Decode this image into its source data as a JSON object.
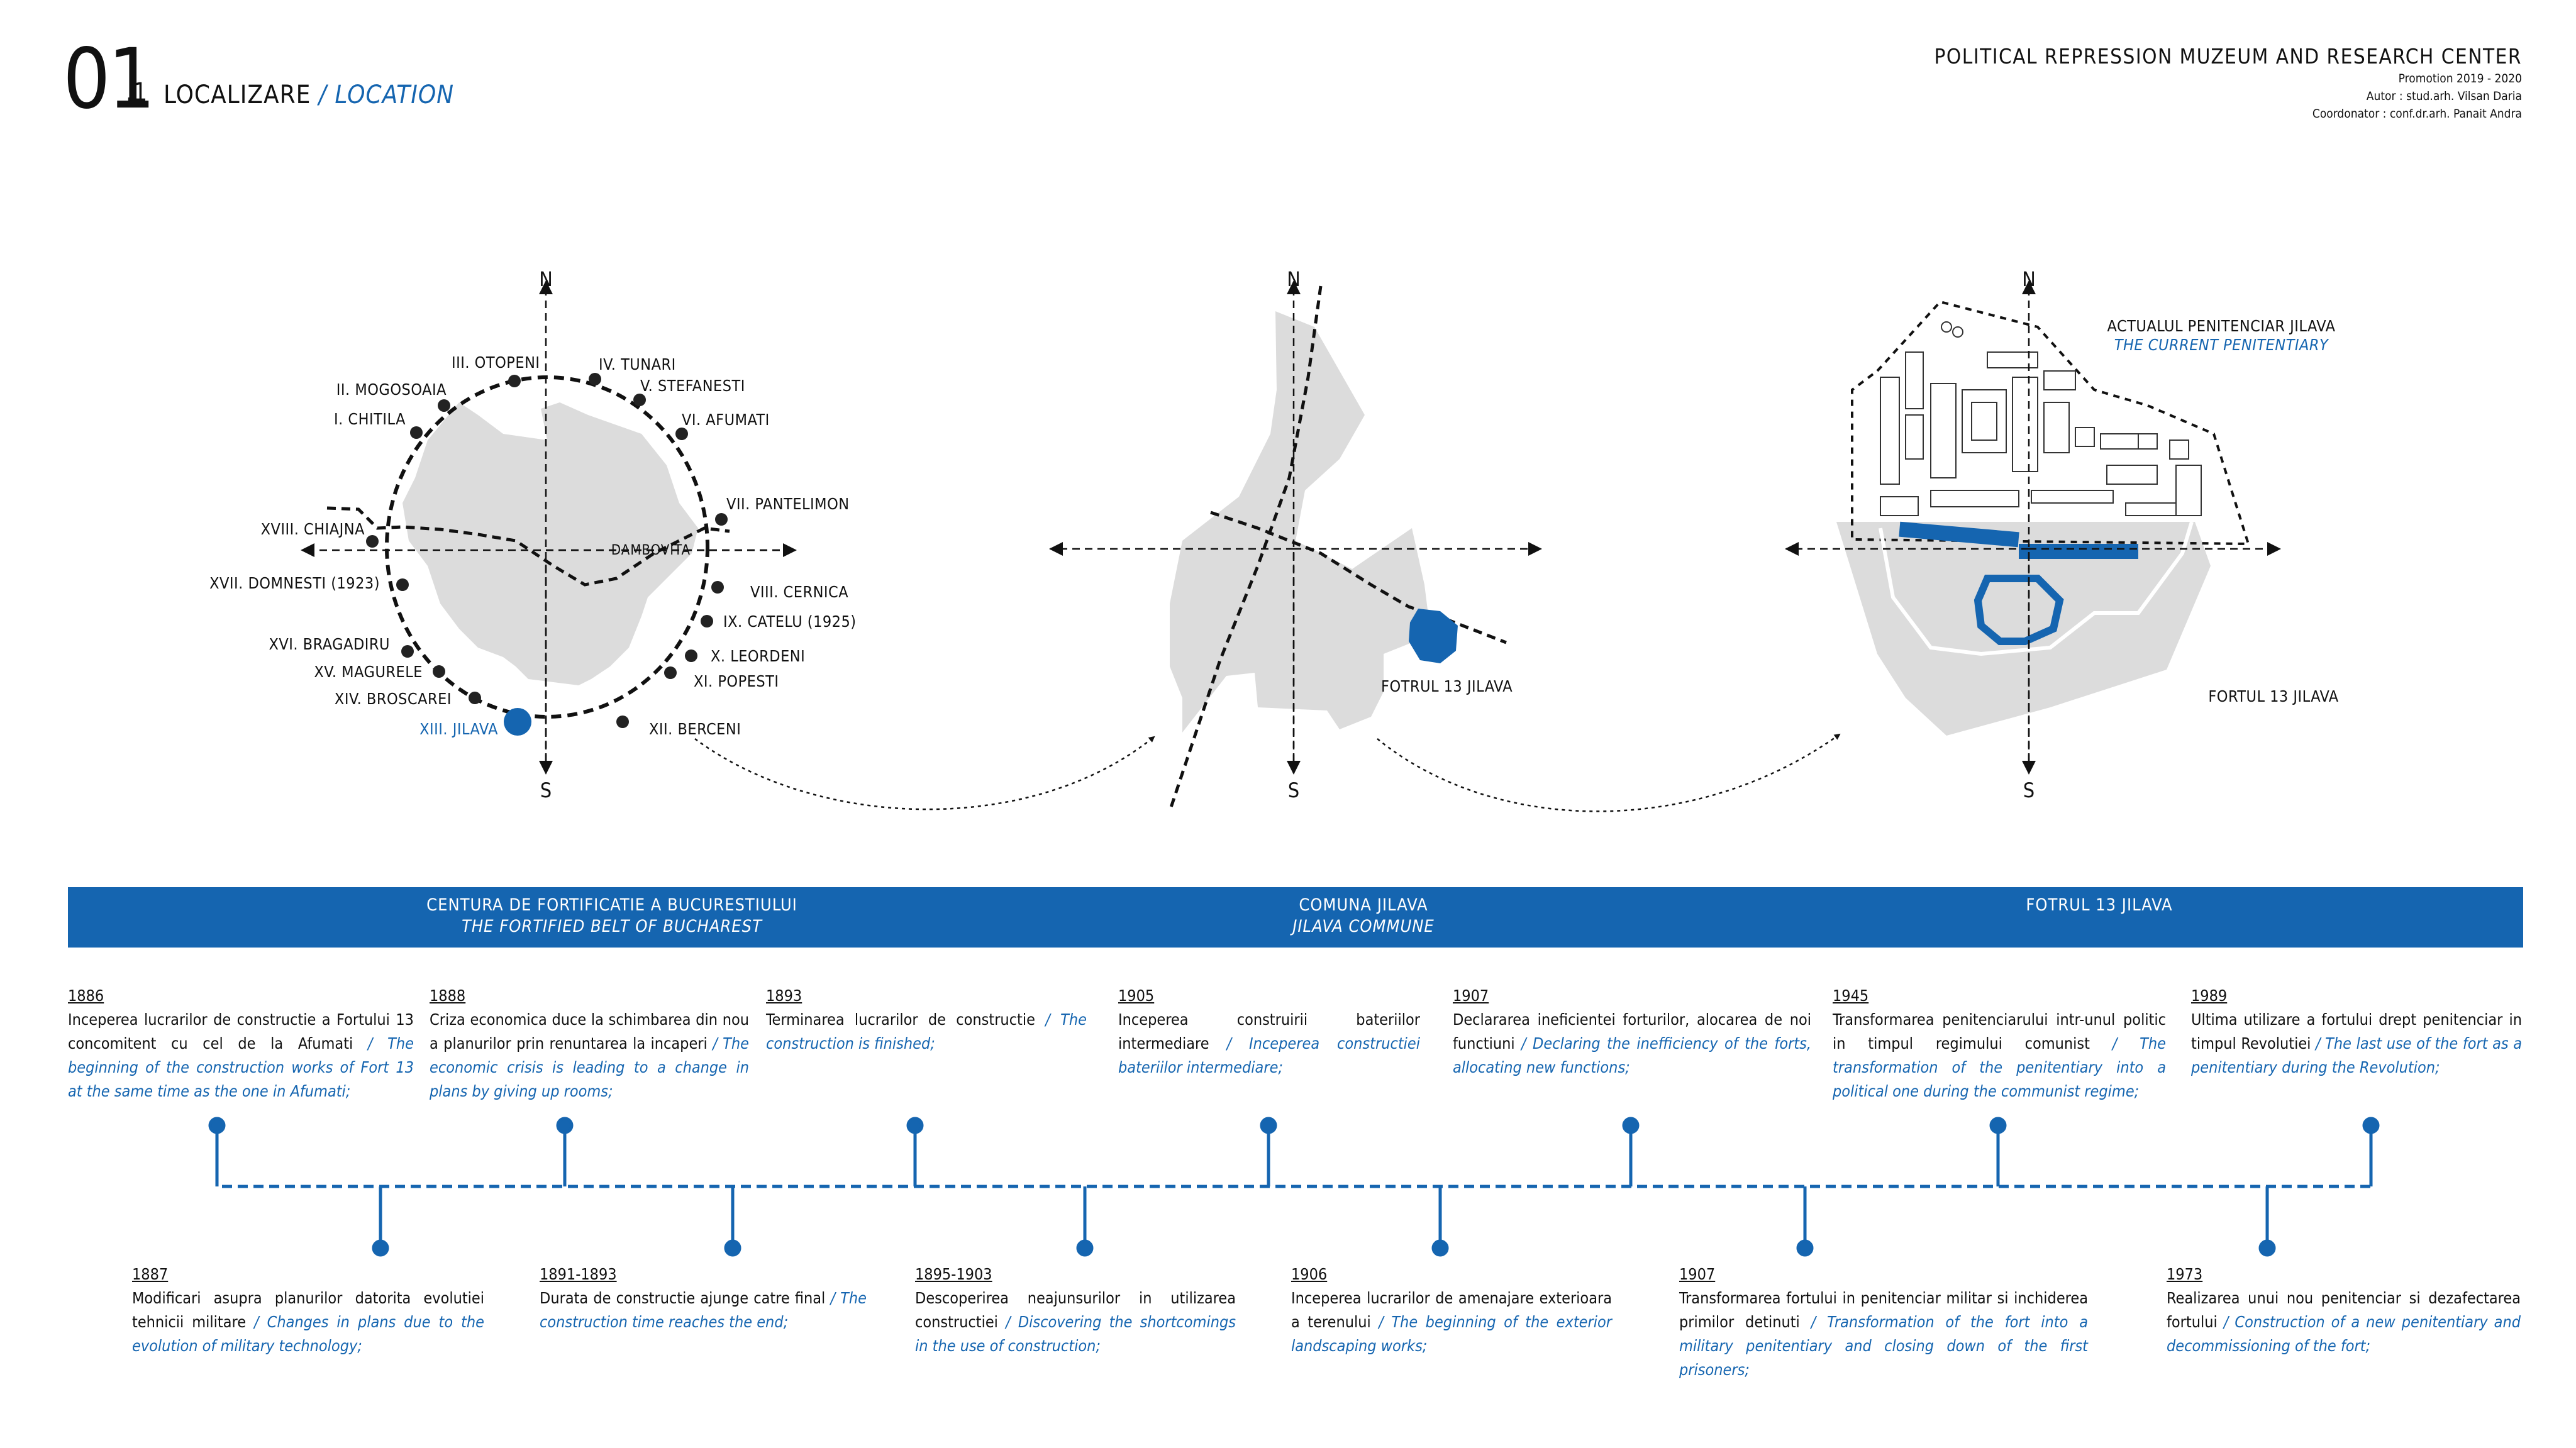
{
  "header": {
    "number": "01",
    "sub": ".1",
    "title_ro": "LOCALIZARE",
    "separator": " / ",
    "title_en": "LOCATION",
    "project": "POLITICAL REPRESSION MUZEUM AND RESEARCH CENTER",
    "promotion": "Promotion 2019 - 2020",
    "author": "Autor : stud.arh. Vilsan Daria",
    "coordinator": "Coordonator : conf.dr.arh. Panait Andra"
  },
  "compass": {
    "north": "N",
    "south": "S"
  },
  "colors": {
    "accent": "#1565b0",
    "gray_area": "#dcdcdc"
  },
  "map1": {
    "river_label": "DAMBOVITA",
    "forts": [
      "I. CHITILA",
      "II. MOGOSOAIA",
      "III. OTOPENI",
      "IV. TUNARI",
      "V. STEFANESTI",
      "VI. AFUMATI",
      "VII. PANTELIMON",
      "VIII. CERNICA",
      "IX. CATELU (1925)",
      "X. LEORDENI",
      "XI. POPESTI",
      "XII. BERCENI",
      "XIII. JILAVA",
      "XIV. BROSCAREI",
      "XV. MAGURELE",
      "XVI. BRAGADIRU",
      "XVII. DOMNESTI (1923)",
      "XVIII. CHIAJNA"
    ]
  },
  "map2": {
    "label": "FOTRUL 13 JILAVA"
  },
  "map3": {
    "penitentiary_ro": "ACTUALUL PENITENCIAR JILAVA",
    "penitentiary_en": "THE CURRENT PENITENTIARY",
    "fort_label": "FORTUL 13 JILAVA"
  },
  "band": {
    "left_ro": "CENTURA DE FORTIFICATIE A BUCURESTIULUI",
    "left_en": "THE FORTIFIED BELT OF BUCHAREST",
    "mid_ro": "COMUNA JILAVA",
    "mid_en": "JILAVA COMMUNE",
    "right_ro": "FOTRUL 13 JILAVA"
  },
  "timeline": {
    "top": [
      {
        "year": "1886",
        "ro": "Inceperea lucrarilor de constructie a Fortului 13 concomitent cu cel de la Afumati",
        "en": "The beginning of the construction works of Fort 13 at the same time as the one in Afumati;"
      },
      {
        "year": "1888",
        "ro": "Criza economica duce la schimbarea din nou a planurilor prin renuntarea la incaperi",
        "en": "The economic crisis is leading to a change in plans by giving up rooms;"
      },
      {
        "year": "1893",
        "ro": "Terminarea lucrarilor de constructie",
        "en": "The construction is finished;"
      },
      {
        "year": "1905",
        "ro": "Inceperea construirii bateriilor intermediare",
        "en": "Inceperea constructiei bateriilor intermediare;"
      },
      {
        "year": "1907",
        "ro": "Declararea ineficientei forturilor, alocarea de noi functiuni",
        "en": "Declaring the inefficiency of the forts, allocating new functions;"
      },
      {
        "year": "1945",
        "ro": "Transformarea penitenciarului intr-unul politic in timpul regimului comunist",
        "en": "The transformation of the penitentiary into a political one during the communist regime;"
      },
      {
        "year": "1989",
        "ro": "Ultima utilizare a fortului drept penitenciar in timpul Revolutiei",
        "en": "The last use of the fort as a penitentiary during the Revolution;"
      }
    ],
    "bottom": [
      {
        "year": "1887",
        "ro": "Modificari asupra planurilor datorita evolutiei tehnicii militare",
        "en": "Changes in plans due to the evolution of military technology;"
      },
      {
        "year": "1891-1893",
        "ro": "Durata de constructie ajunge catre final",
        "en": "The construction time reaches the end;"
      },
      {
        "year": "1895-1903",
        "ro": "Descoperirea neajunsurilor in utilizarea constructiei",
        "en": "Discovering the shortcomings in the use of construction;"
      },
      {
        "year": "1906",
        "ro": "Inceperea lucrarilor de amenajare exterioara a terenului",
        "en": "The beginning of the exterior landscaping works;"
      },
      {
        "year": "1907",
        "ro": "Transformarea fortului in penitenciar militar si inchiderea primilor detinuti",
        "en": "Transformation of the fort into a military penitentiary and closing down of the first prisoners;"
      },
      {
        "year": "1973",
        "ro": "Realizarea unui nou penitenciar si dezafectarea fortului",
        "en": "Construction of a new penitentiary and decommissioning of the fort;"
      }
    ]
  }
}
